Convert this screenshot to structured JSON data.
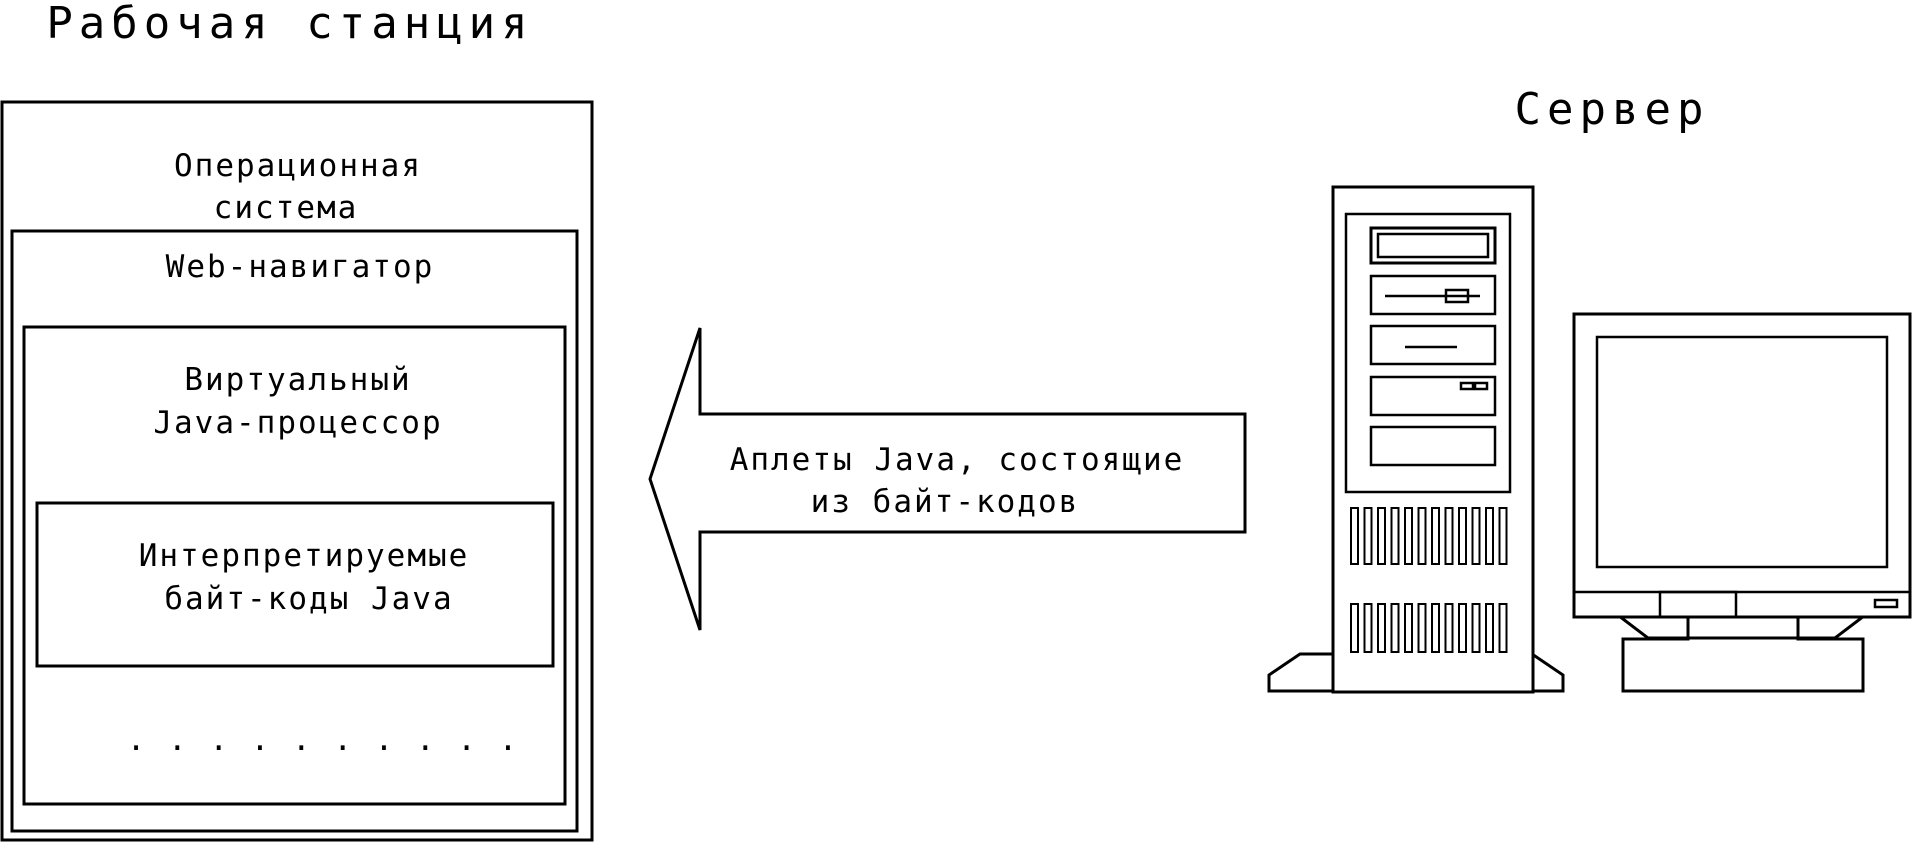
{
  "workstation": {
    "title": "Рабочая станция",
    "os_line1": "Операционная",
    "os_line2": "система",
    "browser": "Web-навигатор",
    "jvm_line1": "Виртуальный",
    "jvm_line2": "Java-процессор",
    "bytecode_line1": "Интерпретируемые",
    "bytecode_line2": "байт-коды Java",
    "ellipsis": ". . . . . . . . . ."
  },
  "arrow": {
    "line1": "Аплеты Java, состоящие",
    "line2": "из байт-кодов"
  },
  "server": {
    "title": "Сервер"
  }
}
